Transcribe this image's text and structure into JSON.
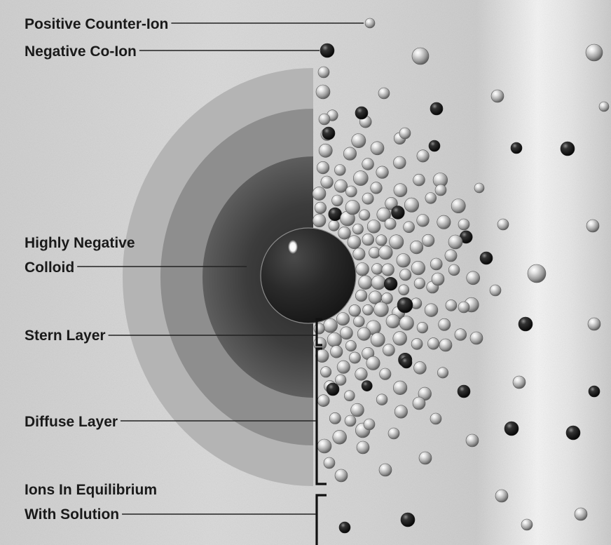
{
  "labels": {
    "positive_counter_ion": "Positive Counter-Ion",
    "negative_co_ion": "Negative Co-Ion",
    "colloid_line1": "Highly Negative",
    "colloid_line2": "Colloid",
    "stern_layer": "Stern Layer",
    "diffuse_layer": "Diffuse Layer",
    "ions_line1": "Ions In Equilibrium",
    "ions_line2": "With Solution"
  },
  "colors": {
    "text": "#1a1a1a",
    "background": "#d4d4d4",
    "positive_ion": "#bdbdbd",
    "negative_ion": "#111111",
    "colloid": "#2a2a2a"
  }
}
